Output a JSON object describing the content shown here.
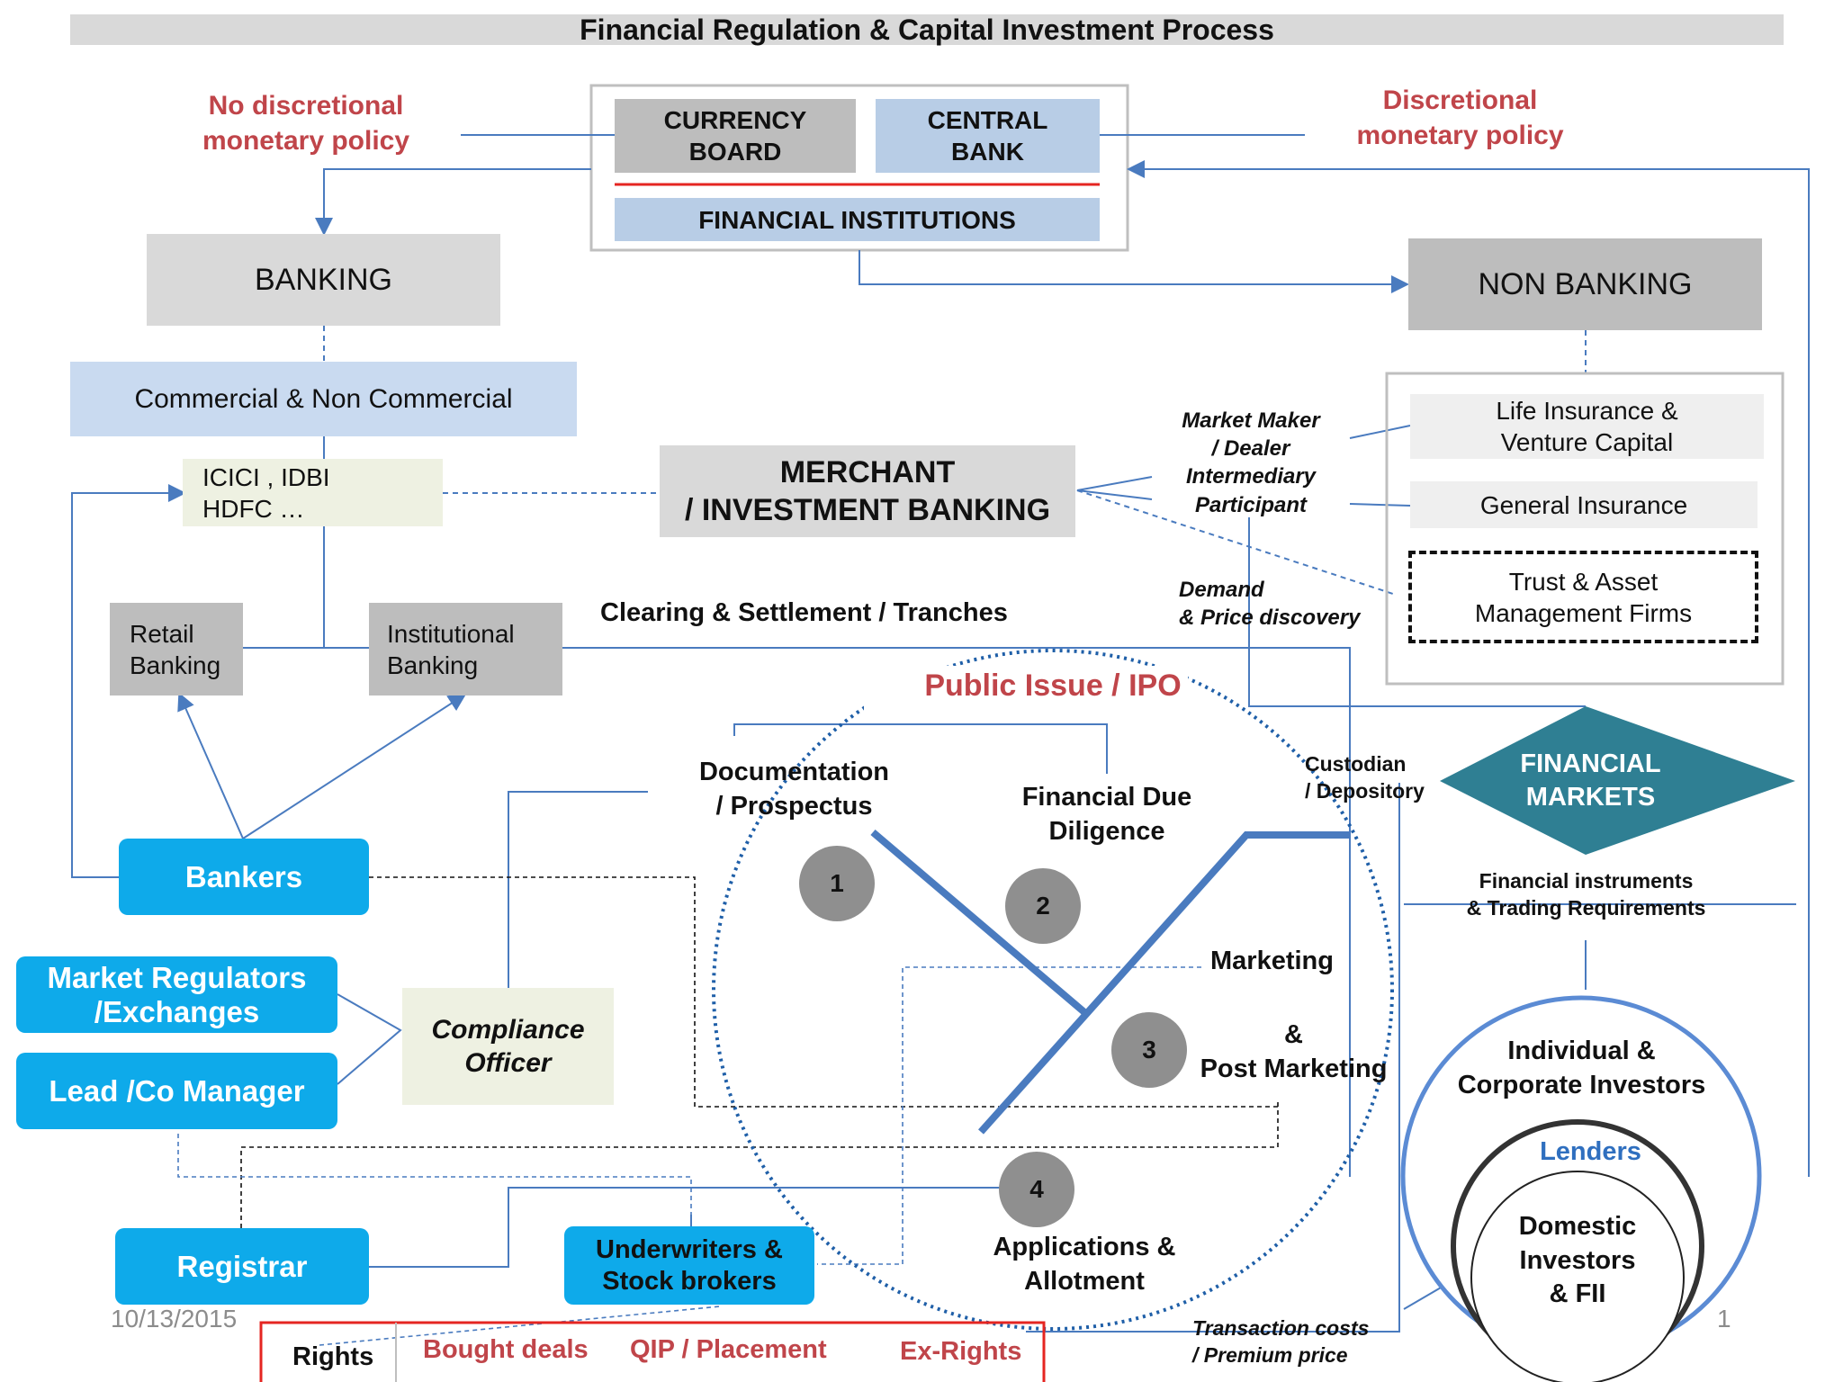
{
  "title": "Financial Regulation  & Capital Investment Process",
  "policy": {
    "no_discretional": "No discretional\nmonetary policy",
    "discretional": "Discretional\nmonetary policy"
  },
  "regulators": {
    "currency_board": "CURRENCY\nBOARD",
    "central_bank": "CENTRAL\nBANK",
    "financial_institutions": "FINANCIAL INSTITUTIONS"
  },
  "banking": {
    "title": "BANKING",
    "types": "Commercial  & Non Commercial",
    "examples": "ICICI ,  IDBI\n HDFC   …",
    "retail": "Retail\nBanking",
    "institutional": "Institutional\nBanking"
  },
  "non_banking": {
    "title": "NON BANKING",
    "life_insurance": "Life Insurance  &\nVenture Capital",
    "general_insurance": "General Insurance",
    "trust": "Trust & Asset\nManagement  Firms"
  },
  "merchant_banking": "MERCHANT\n/ INVESTMENT BANKING",
  "roles": "Market Maker\n/  Dealer\nIntermediary\nParticipant",
  "demand": "Demand\n& Price discovery",
  "clearing": "Clearing & Settlement / Tranches",
  "ipo": {
    "title": "Public Issue / IPO",
    "step1": "Documentation\n/ Prospectus",
    "step2": "Financial Due\nDiligence",
    "step3_a": "Marketing",
    "step3_b": "&\nPost Marketing",
    "step4": "Applications &\nAllotment",
    "numbers": [
      "1",
      "2",
      "3",
      "4"
    ]
  },
  "custodian": "Custodian\n/ Depository",
  "financial_markets": "FINANCIAL\nMARKETS",
  "instruments": "Financial instruments\n& Trading Requirements",
  "investors": {
    "outer": "Individual &\nCorporate  Investors",
    "lenders": "Lenders",
    "inner": "Domestic\nInvestors\n& FII"
  },
  "participants": {
    "bankers": "Bankers",
    "market_regulators": "Market Regulators\n/Exchanges",
    "lead_manager": "Lead /Co Manager",
    "compliance": "Compliance\nOfficer",
    "registrar": "Registrar",
    "underwriters": "Underwriters &\nStock brokers"
  },
  "issue_types": {
    "rights": "Rights",
    "bought_deals": "Bought deals",
    "qip": "QIP / Placement",
    "ex_rights": "Ex-Rights"
  },
  "transaction": "Transaction costs\n/ Premium price",
  "footer": {
    "date": "10/13/2015",
    "page": "1"
  },
  "colors": {
    "blue_button": "#0eaaea",
    "teal_diamond": "#2f7f93",
    "light_blue": "#b8cde6",
    "grey": "#bdbdbd",
    "red_accent": "#c0454a",
    "line_blue": "#4a7bbf"
  }
}
